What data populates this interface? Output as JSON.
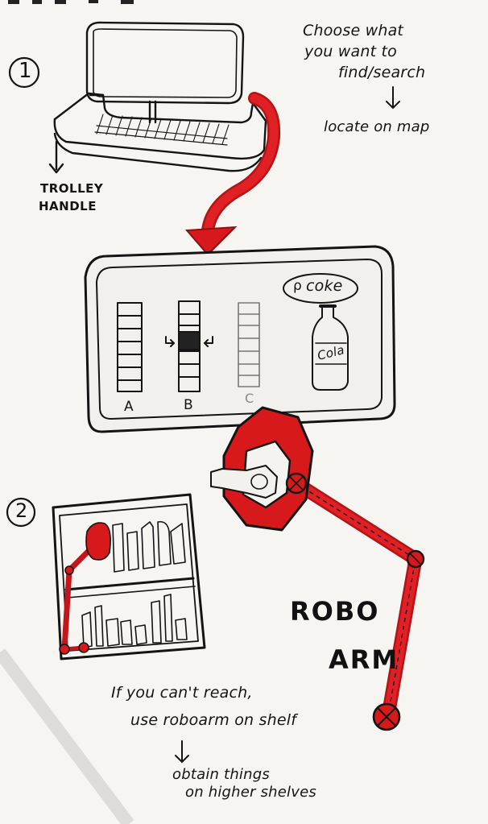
{
  "step1": {
    "number": "1",
    "note_lines": [
      "Choose what",
      "you want to",
      "find/search"
    ],
    "note_result": "locate on map",
    "handle_label_lines": [
      "TROLLEY",
      "HANDLE"
    ]
  },
  "screen_map": {
    "search_query": "coke",
    "shelf_labels": [
      "A",
      "B",
      "C"
    ],
    "bottle_label": "Cola"
  },
  "step2": {
    "number": "2",
    "robo_arm_lines": [
      "ROBO",
      "ARM"
    ],
    "note_lines": [
      "If you can't reach,",
      "use roboarm on shelf"
    ],
    "result_lines": [
      "obtain things",
      "on higher shelves"
    ]
  },
  "colors": {
    "ink": "#141414",
    "accent_red": "#d8191c",
    "paper": "#f6f5f1"
  }
}
